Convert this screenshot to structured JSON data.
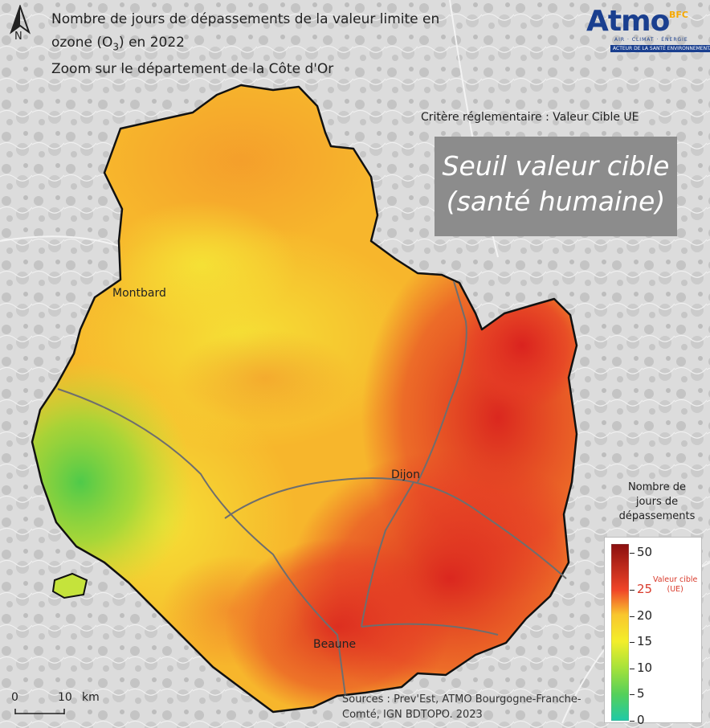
{
  "title": {
    "line1": "Nombre de jours de dépassements de la valeur limite en",
    "line2_prefix": "ozone (O",
    "line2_sub": "3",
    "line2_suffix": ") en 2022",
    "line3": "Zoom sur le département de la Côte d'Or"
  },
  "north_arrow": {
    "label": "N",
    "icon": "north-arrow-icon"
  },
  "logo": {
    "name": "Atmo",
    "superscript": "BFC",
    "tagline": "AIR · CLIMAT · ÉNERGIE",
    "banner": "ACTEUR DE LA SANTÉ ENVIRONNEMENTALE"
  },
  "criterion": "Critère réglementaire : Valeur Cible UE",
  "threshold_box": {
    "line1": "Seuil valeur cible",
    "line2": "(santé humaine)"
  },
  "cities": [
    {
      "name": "Montbard"
    },
    {
      "name": "Dijon"
    },
    {
      "name": "Beaune"
    }
  ],
  "legend": {
    "title_lines": [
      "Nombre de",
      "jours de",
      "dépassements"
    ],
    "ticks": [
      50,
      25,
      20,
      15,
      10,
      5,
      0
    ],
    "highlight_value": 25,
    "highlight_color": "#d93a2b",
    "highlight_label": [
      "Valeur cible",
      "(UE)"
    ],
    "colors": {
      "0": "#1fc9a8",
      "5": "#55d05a",
      "10": "#a6e23a",
      "15": "#f3ee2a",
      "20": "#f9c62e",
      "25": "#f04528",
      "50": "#8a0f0f"
    }
  },
  "scale_bar": {
    "start": "0",
    "end": "10",
    "unit": "km"
  },
  "sources": {
    "line1": "Sources : Prev'Est, ATMO Bourgogne-Franche-",
    "line2": "Comté, IGN BDTOPO. 2023"
  }
}
